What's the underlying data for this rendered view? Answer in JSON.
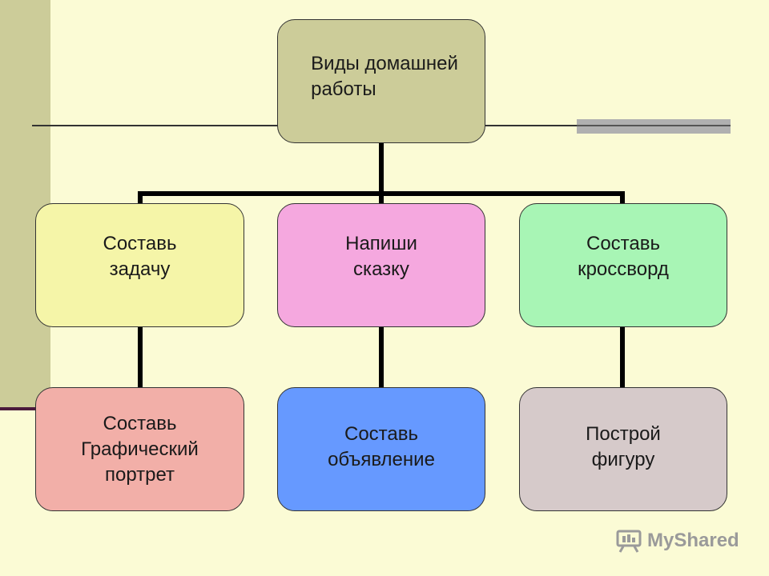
{
  "diagram": {
    "root": {
      "label": "Виды домашней\nработы"
    },
    "nodes": [
      {
        "id": "n1",
        "label": "Составь\nзадачу"
      },
      {
        "id": "n2",
        "label": "Напиши\nсказку"
      },
      {
        "id": "n3",
        "label": "Составь\nкроссворд"
      },
      {
        "id": "n4",
        "label": "Составь\nГрафический\nпортрет"
      },
      {
        "id": "n5",
        "label": "Составь\nобъявление"
      },
      {
        "id": "n6",
        "label": "Построй\nфигуру"
      }
    ],
    "colors": {
      "background": "#FBFBD5",
      "root": "#CCCC99",
      "n1": "#F5F5A8",
      "n2": "#F5A8DF",
      "n3": "#A8F5B5",
      "n4": "#F2AFA8",
      "n5": "#6699FF",
      "n6": "#D6CACA"
    }
  },
  "watermark": {
    "text": "MyShared",
    "icon": "presentation-board-icon"
  }
}
